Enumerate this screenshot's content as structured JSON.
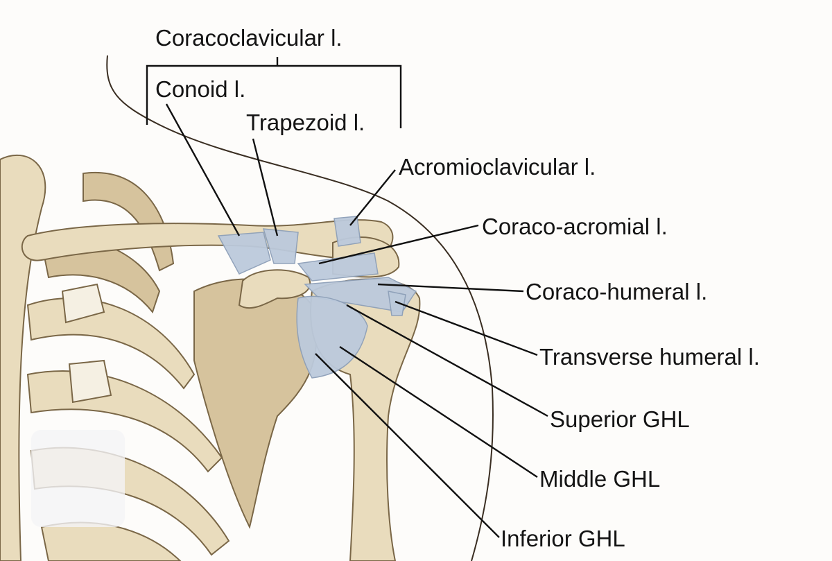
{
  "labels": {
    "coracoclavicular": "Coracoclavicular l.",
    "conoid": "Conoid l.",
    "trapezoid": "Trapezoid l.",
    "acromioclavicular": "Acromioclavicular l.",
    "coraco_acromial": "Coraco-acromial l.",
    "coraco_humeral": "Coraco-humeral l.",
    "transverse_humeral": "Transverse humeral l.",
    "superior_ghl": "Superior GHL",
    "middle_ghl": "Middle GHL",
    "inferior_ghl": "Inferior GHL"
  },
  "colors": {
    "bone": "#e9dcbd",
    "ligament": "#bccadc",
    "outline": "#7a6747"
  }
}
